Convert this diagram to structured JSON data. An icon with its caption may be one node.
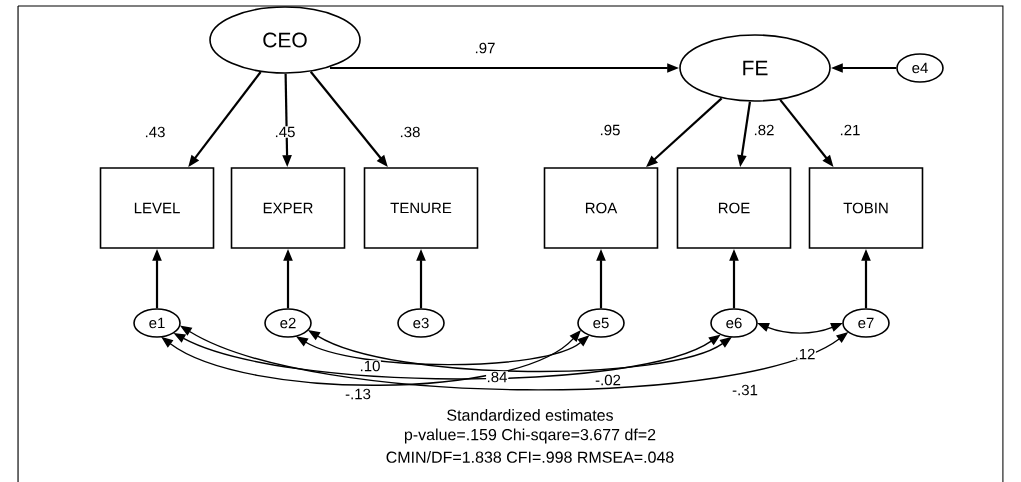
{
  "diagram": {
    "nodes": [
      {
        "text": [
          "CEO"
        ]
      },
      {
        "text": [
          "FE"
        ]
      },
      {
        "text": [
          "e4"
        ]
      },
      {
        "text": [
          "LEVEL"
        ]
      },
      {
        "text": [
          "EXPER"
        ]
      },
      {
        "text": [
          "TENURE"
        ]
      },
      {
        "text": [
          "ROA"
        ]
      },
      {
        "text": [
          "ROE"
        ]
      },
      {
        "text": [
          "TOBIN"
        ]
      },
      {
        "text": [
          "e1"
        ]
      },
      {
        "text": [
          "e2"
        ]
      },
      {
        "text": [
          "e3"
        ]
      },
      {
        "text": [
          "e5"
        ]
      },
      {
        "text": [
          "e6"
        ]
      },
      {
        "text": [
          "e7"
        ]
      }
    ],
    "edges": [
      {
        "from": 0,
        "to": 1,
        "arrow": "to",
        "label": ".97"
      },
      {
        "from": 0,
        "to": 3,
        "arrow": "to",
        "label": ".43"
      },
      {
        "from": 0,
        "to": 4,
        "arrow": "to",
        "label": ".45"
      },
      {
        "from": 0,
        "to": 5,
        "arrow": "to",
        "label": ".38"
      },
      {
        "from": 1,
        "to": 6,
        "arrow": "to",
        "label": ".95"
      },
      {
        "from": 1,
        "to": 7,
        "arrow": "to",
        "label": ".82"
      },
      {
        "from": 1,
        "to": 8,
        "arrow": "to",
        "label": ".21"
      },
      {
        "from": 2,
        "to": 1,
        "arrow": "to"
      },
      {
        "from": 9,
        "to": 3,
        "arrow": "to"
      },
      {
        "from": 10,
        "to": 4,
        "arrow": "to"
      },
      {
        "from": 11,
        "to": 5,
        "arrow": "to"
      },
      {
        "from": 12,
        "to": 6,
        "arrow": "to"
      },
      {
        "from": 13,
        "to": 7,
        "arrow": "to"
      },
      {
        "from": 14,
        "to": 8,
        "arrow": "to"
      },
      {
        "from": 10,
        "to": 12,
        "arrow": "both",
        "label": ".10"
      },
      {
        "from": 10,
        "to": 13,
        "arrow": "both",
        "label": ".84"
      },
      {
        "from": 9,
        "to": 12,
        "arrow": "both",
        "label": "-.13"
      },
      {
        "from": 9,
        "to": 13,
        "arrow": "both",
        "label": "-.02"
      },
      {
        "from": 9,
        "to": 14,
        "arrow": "both",
        "label": "-.31"
      },
      {
        "from": 13,
        "to": 14,
        "arrow": "both",
        "label": ".12"
      }
    ],
    "labels": [
      "Standardized estimates",
      "p-value=.159  Chi-sqare=3.677  df=2",
      "CMIN/DF=1.838  CFI=.998  RMSEA=.048"
    ]
  }
}
